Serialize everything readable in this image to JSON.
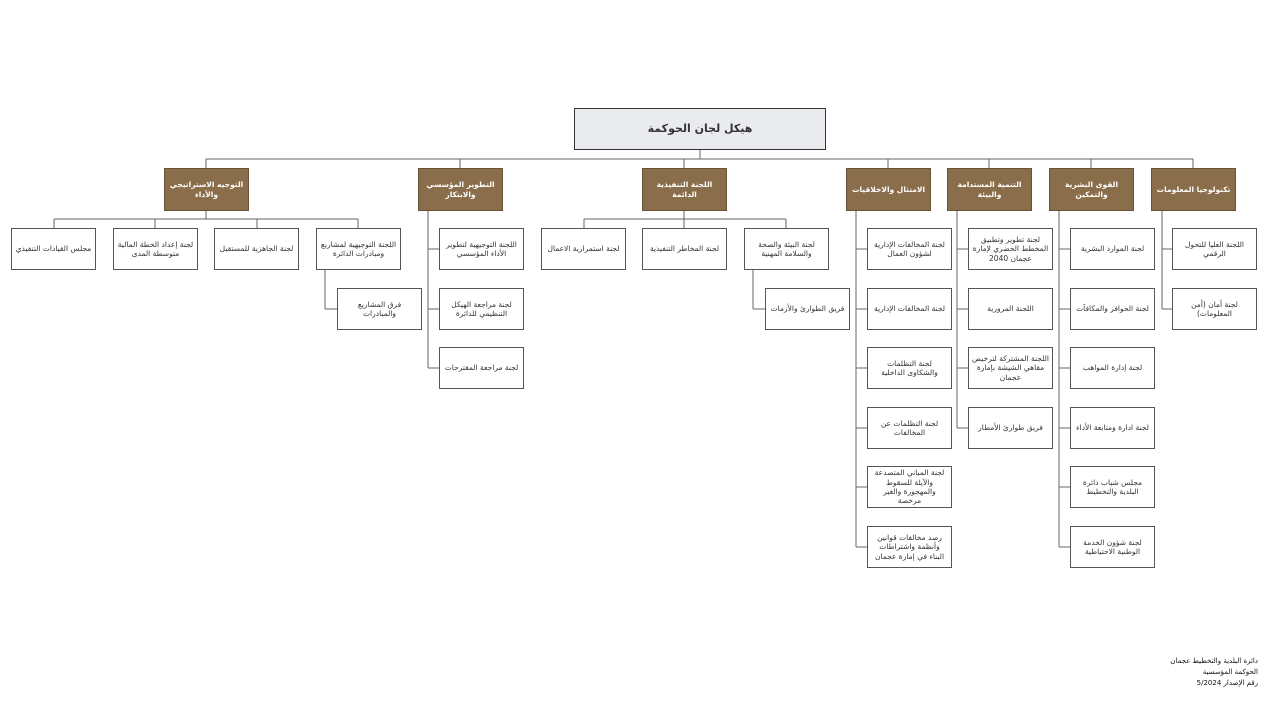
{
  "title": "هيكل لجان الحوكمة",
  "branches": [
    {
      "label": "تكنولوجيا المعلومات",
      "children": [
        "اللجنة العليا للتحول الرقمي",
        "لجنة أمان (أمن المعلومات)"
      ]
    },
    {
      "label": "القوى البشرية والتمكين",
      "children": [
        "لجنة الموارد البشرية",
        "لجنة الحوافز والمكافآت",
        "لجنة إدارة المواهب",
        "لجنة ادارة ومتابعة الأداء",
        "مجلس شباب دائرة البلدية والتخطيط",
        "لجنة شؤون الخدمة الوطنية الاحتياطية"
      ]
    },
    {
      "label": "التنمية المستدامة والبيئة",
      "children": [
        "لجنة تطوير وتطبيق المخطط الحضري لإمارة عجمان 2040",
        "اللجنة المرورية",
        "اللجنة المشتركة لترخيص مقاهي الشيشة بإمارة عجمان",
        "فريق طوارئ الأمطار"
      ]
    },
    {
      "label": "الامتثال والاخلاقيات",
      "children": [
        "لجنة المخالفات الإدارية لشؤون العمال",
        "لجنة المخالفات الإدارية",
        "لجنة التظلمات والشكاوى الداخلية",
        "لجنة التظلمات عن المخالفات",
        "لجنة المباني المتصدعة والآيلة للسقوط والمهجورة والغير مرخصة",
        "رصد مخالفات قوانين وأنظمة واشتراطات البناء في إمارة عجمان"
      ]
    },
    {
      "label": "اللجنة التنفيذية الدائمة",
      "children": [
        {
          "label": "لجنة البيئة والصحة والسلامة المهنية",
          "children": [
            "فريق الطوارئ والأزمات"
          ]
        },
        {
          "label": "لجنة المخاطر التنفيذية",
          "children": []
        },
        {
          "label": "لجنة استمرارية الاعمال",
          "children": []
        }
      ]
    },
    {
      "label": "التطوير المؤسسي والابتكار",
      "children": [
        "اللجنة التوجيهية لتطوير الأداء المؤسسي",
        "لجنة مراجعة الهيكل التنظيمي للدائرة",
        "لجنة مراجعة المقترحات"
      ]
    },
    {
      "label": "التوجيه الاستراتيجي والأداء",
      "children": [
        {
          "label": "اللجنة التوجيهية لمشاريع ومبادرات الدائرة",
          "children": [
            "فرق المشاريع والمبادرات"
          ]
        },
        {
          "label": "لجنة الجاهزية للمستقبل",
          "children": []
        },
        {
          "label": "لجنة إعداد الخطة المالية متوسطة المدى",
          "children": []
        },
        {
          "label": "مجلس القيادات التنفيذي",
          "children": []
        }
      ]
    }
  ],
  "footer": [
    "دائرة البلدية والتخطيط عجمان",
    "الحوكمة المؤسسية",
    "رقم الإصدار 5/2024"
  ],
  "colors": {
    "branch": "#8a6d4b",
    "root_fill": "#e9ebee",
    "line": "#666666"
  }
}
